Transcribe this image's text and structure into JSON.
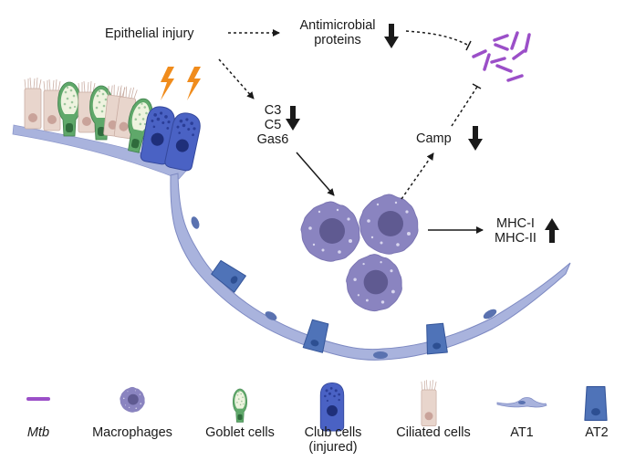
{
  "diagram": {
    "nodes": {
      "epithelial_injury": "Epithelial injury",
      "antimicrobial_proteins": [
        "Antimicrobial",
        "proteins"
      ],
      "complement": [
        "C3",
        "C5",
        "Gas6"
      ],
      "camp": "Camp",
      "mhc": [
        "MHC-I",
        "MHC-II"
      ]
    },
    "regulation": {
      "antimicrobial_proteins": "down",
      "complement": "down",
      "camp": "down",
      "mhc": "up"
    },
    "edges": [
      {
        "from": "epithelial_injury",
        "to": "antimicrobial_proteins",
        "style": "dashed",
        "type": "activation"
      },
      {
        "from": "epithelial_injury",
        "to": "complement",
        "style": "dashed",
        "type": "activation"
      },
      {
        "from": "antimicrobial_proteins",
        "to": "mtb",
        "style": "dashed",
        "type": "inhibition"
      },
      {
        "from": "complement",
        "to": "macrophages",
        "style": "solid",
        "type": "activation"
      },
      {
        "from": "macrophages",
        "to": "camp",
        "style": "dashed",
        "type": "activation"
      },
      {
        "from": "camp",
        "to": "mtb",
        "style": "dashed",
        "type": "inhibition"
      },
      {
        "from": "macrophages",
        "to": "mhc",
        "style": "solid",
        "type": "activation"
      }
    ]
  },
  "legend": {
    "items": [
      {
        "key": "mtb",
        "label": "Mtb",
        "italic": true,
        "icon": "mtb-rod-icon"
      },
      {
        "key": "macrophages",
        "label": "Macrophages",
        "icon": "macrophage-icon"
      },
      {
        "key": "goblet",
        "label": "Goblet cells",
        "icon": "goblet-cell-icon"
      },
      {
        "key": "club",
        "label": [
          "Club cells",
          "(injured)"
        ],
        "icon": "club-cell-icon"
      },
      {
        "key": "ciliated",
        "label": "Ciliated cells",
        "icon": "ciliated-cell-icon"
      },
      {
        "key": "at1",
        "label": "AT1",
        "icon": "at1-cell-icon"
      },
      {
        "key": "at2",
        "label": "AT2",
        "icon": "at2-cell-icon"
      }
    ]
  },
  "colors": {
    "mtb": "#9b4fc8",
    "macrophage": "#8a84c0",
    "macrophage_nucleus": "#5f5a91",
    "goblet": "#5fa86a",
    "club": "#3f55b8",
    "ciliated": "#e8d5cc",
    "at1": "#a9b3dd",
    "at2": "#4f73b8",
    "injury": "#f08c1c",
    "arrow": "#1a1a1a"
  }
}
